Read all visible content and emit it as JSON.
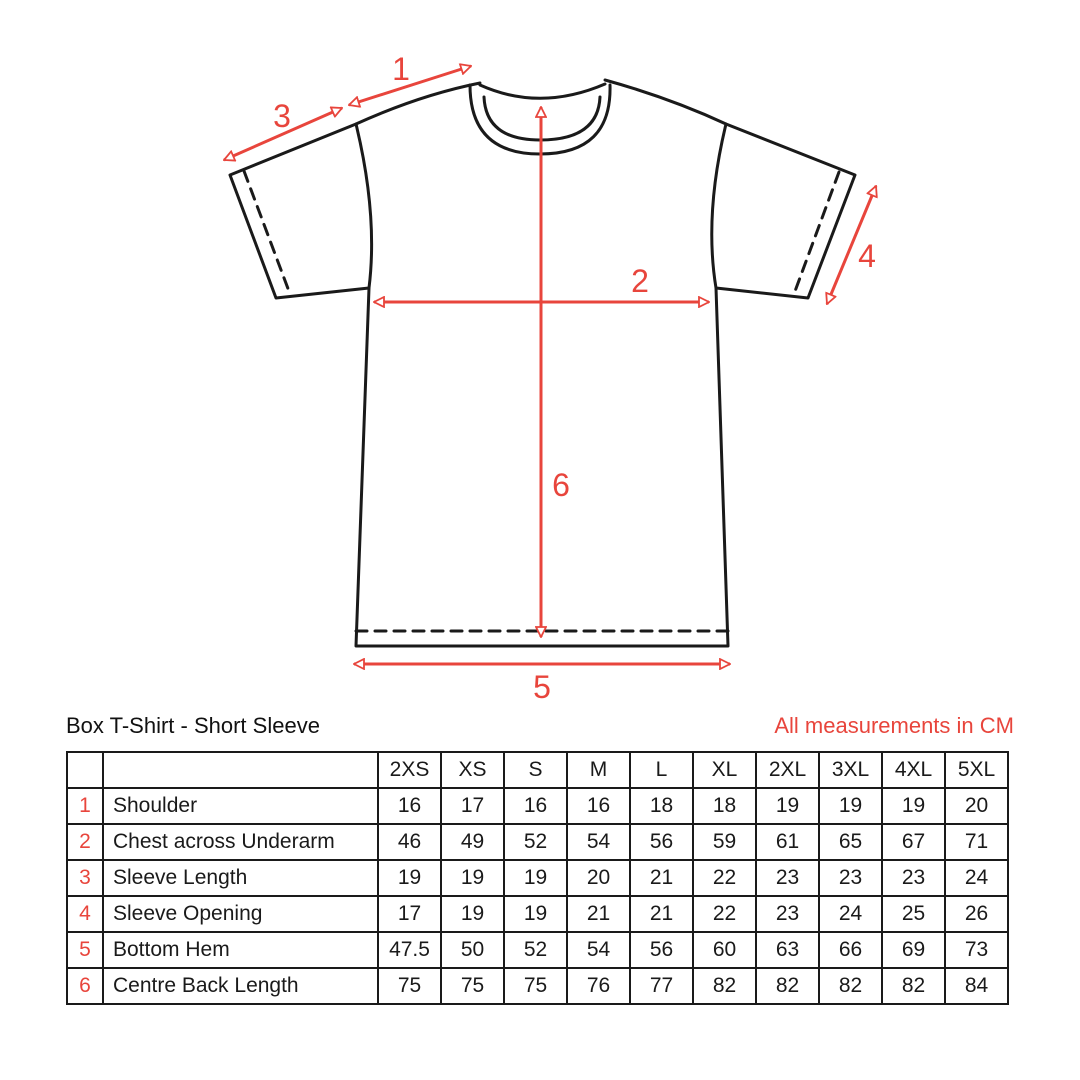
{
  "diagram": {
    "callouts": [
      "1",
      "2",
      "3",
      "4",
      "5",
      "6"
    ],
    "colors": {
      "outline": "#1a1a1a",
      "measure": "#e8453c"
    }
  },
  "table": {
    "title": "Box T-Shirt - Short Sleeve",
    "unit_note": "All measurements in CM",
    "sizes": [
      "2XS",
      "XS",
      "S",
      "M",
      "L",
      "XL",
      "2XL",
      "3XL",
      "4XL",
      "5XL"
    ],
    "rows": [
      {
        "num": "1",
        "label": "Shoulder",
        "values": [
          "16",
          "17",
          "16",
          "16",
          "18",
          "18",
          "19",
          "19",
          "19",
          "20"
        ]
      },
      {
        "num": "2",
        "label": "Chest across Underarm",
        "values": [
          "46",
          "49",
          "52",
          "54",
          "56",
          "59",
          "61",
          "65",
          "67",
          "71"
        ]
      },
      {
        "num": "3",
        "label": "Sleeve Length",
        "values": [
          "19",
          "19",
          "19",
          "20",
          "21",
          "22",
          "23",
          "23",
          "23",
          "24"
        ]
      },
      {
        "num": "4",
        "label": "Sleeve Opening",
        "values": [
          "17",
          "19",
          "19",
          "21",
          "21",
          "22",
          "23",
          "24",
          "25",
          "26"
        ]
      },
      {
        "num": "5",
        "label": "Bottom Hem",
        "values": [
          "47.5",
          "50",
          "52",
          "54",
          "56",
          "60",
          "63",
          "66",
          "69",
          "73"
        ]
      },
      {
        "num": "6",
        "label": "Centre Back Length",
        "values": [
          "75",
          "75",
          "75",
          "76",
          "77",
          "82",
          "82",
          "82",
          "82",
          "84"
        ]
      }
    ]
  }
}
